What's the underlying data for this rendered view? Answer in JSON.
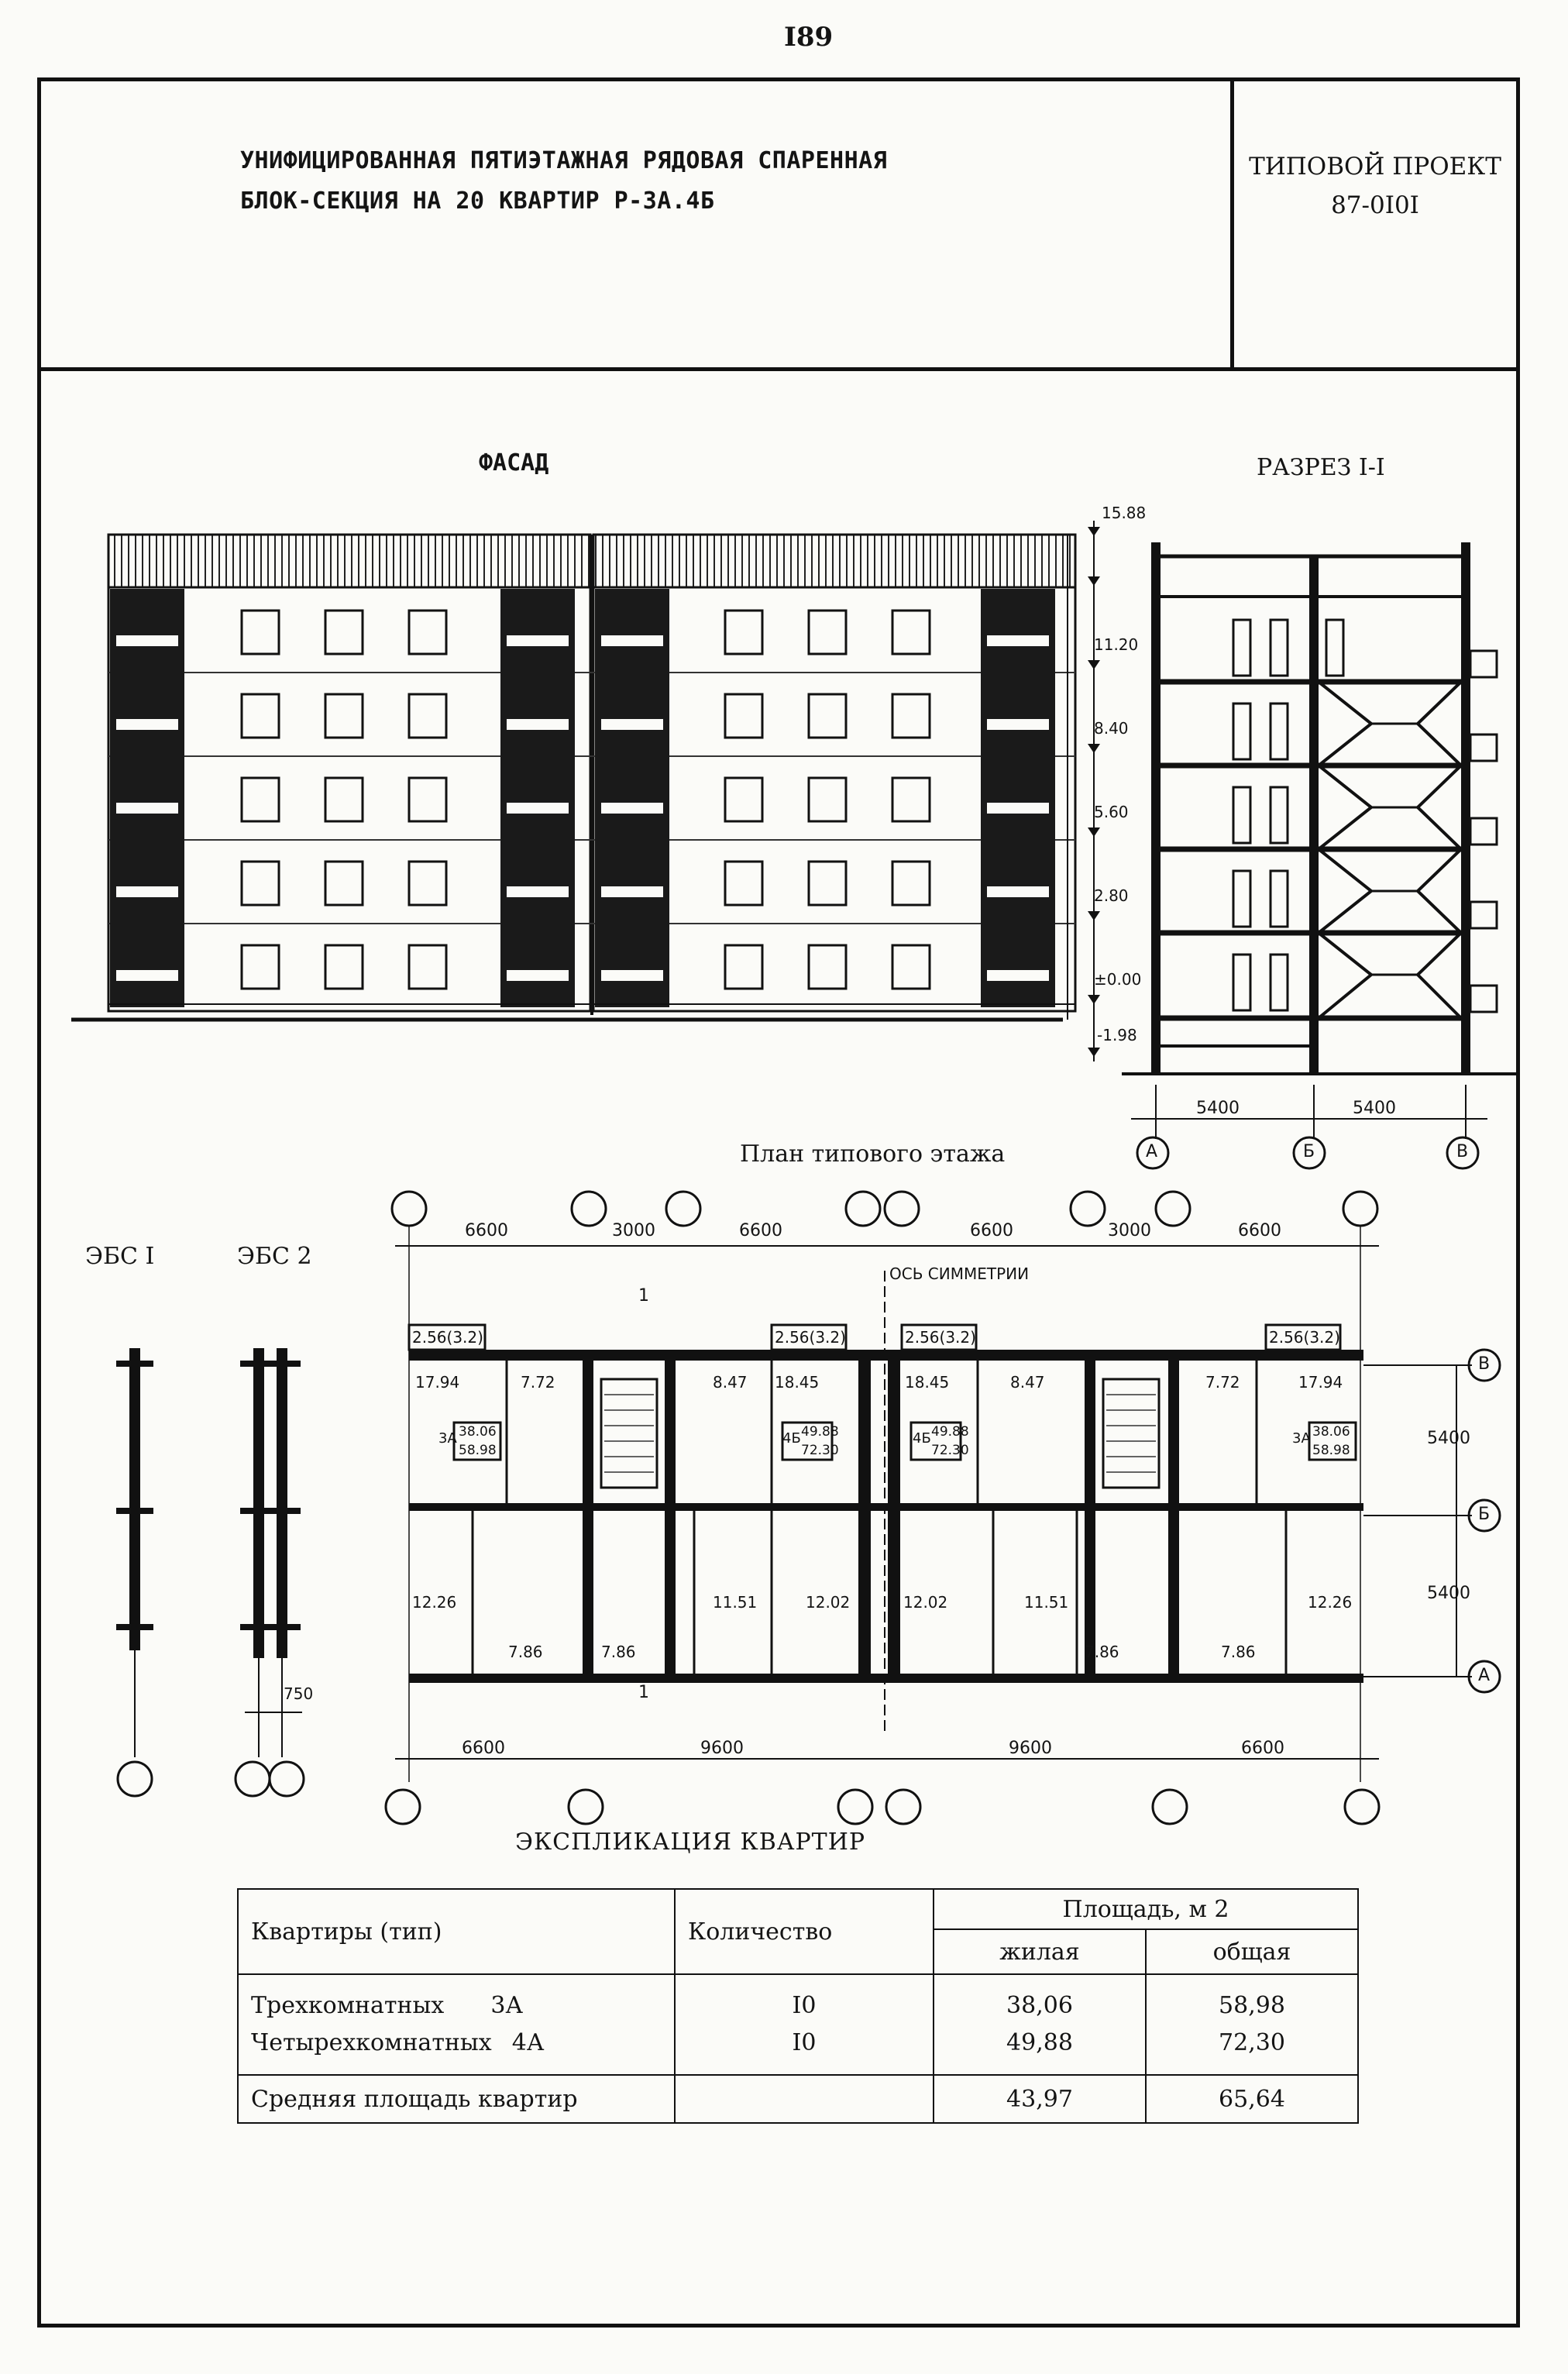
{
  "page_number": "I89",
  "header": {
    "title_line1": "УНИФИЦИРОВАННАЯ ПЯТИЭТАЖНАЯ РЯДОВАЯ СПАРЕННАЯ",
    "title_line2": "БЛОК-СЕКЦИЯ НА 20 КВАРТИР Р-3А.4Б",
    "project_line1": "ТИПОВОЙ ПРОЕКТ",
    "project_line2": "87-0I0I"
  },
  "facade": {
    "label": "ФАСАД"
  },
  "section": {
    "label": "РАЗРЕЗ I-I",
    "levels": [
      "15.88",
      "11.20",
      "8.40",
      "5.60",
      "2.80",
      "±0.00",
      "-1.98"
    ],
    "dims": [
      "5400",
      "5400"
    ],
    "axes": [
      "А",
      "Б",
      "В"
    ]
  },
  "plan": {
    "label": "План типового этажа",
    "symmetry_axis": "ОСЬ СИММЕТРИИ",
    "top_dims": [
      "6600",
      "3000",
      "6600",
      "6600",
      "3000",
      "6600"
    ],
    "bottom_dims": [
      "6600",
      "9600",
      "9600",
      "6600"
    ],
    "right_dims": [
      "5400",
      "5400"
    ],
    "right_axes": [
      "В",
      "Б",
      "А"
    ],
    "section_mark": "1",
    "balcony_labels": [
      "2.56(3.2)",
      "2.56(3.2)",
      "2.56(3.2)",
      "2.56(3.2)"
    ],
    "rooms": [
      "17.94",
      "7.72",
      "8.47",
      "18.45",
      "18.45",
      "8.47",
      "7.72",
      "17.94",
      "12.26",
      "7.86",
      "7.86",
      "11.51",
      "12.02",
      "12.02",
      "11.51",
      "7.86",
      "7.86",
      "12.26"
    ],
    "apt_3a": {
      "type": "3А",
      "living": "38.06",
      "total": "58.98"
    },
    "apt_4b": {
      "type": "4Б",
      "living": "49.88",
      "total": "72.30"
    }
  },
  "ebs": {
    "label1": "ЭБС I",
    "label2": "ЭБС 2",
    "dim": "750"
  },
  "explication": {
    "title": "ЭКСПЛИКАЦИЯ КВАРТИР",
    "col_type": "Квартиры (тип)",
    "col_qty": "Количество",
    "col_area": "Площадь, м 2",
    "col_living": "жилая",
    "col_total": "общая",
    "rows": [
      {
        "name": "Трехкомнатных",
        "type": "3А",
        "qty": "I0",
        "living": "38,06",
        "total": "58,98"
      },
      {
        "name": "Четырехкомнатных",
        "type": "4А",
        "qty": "I0",
        "living": "49,88",
        "total": "72,30"
      }
    ],
    "avg": {
      "name": "Средняя площадь квартир",
      "living": "43,97",
      "total": "65,64"
    }
  }
}
